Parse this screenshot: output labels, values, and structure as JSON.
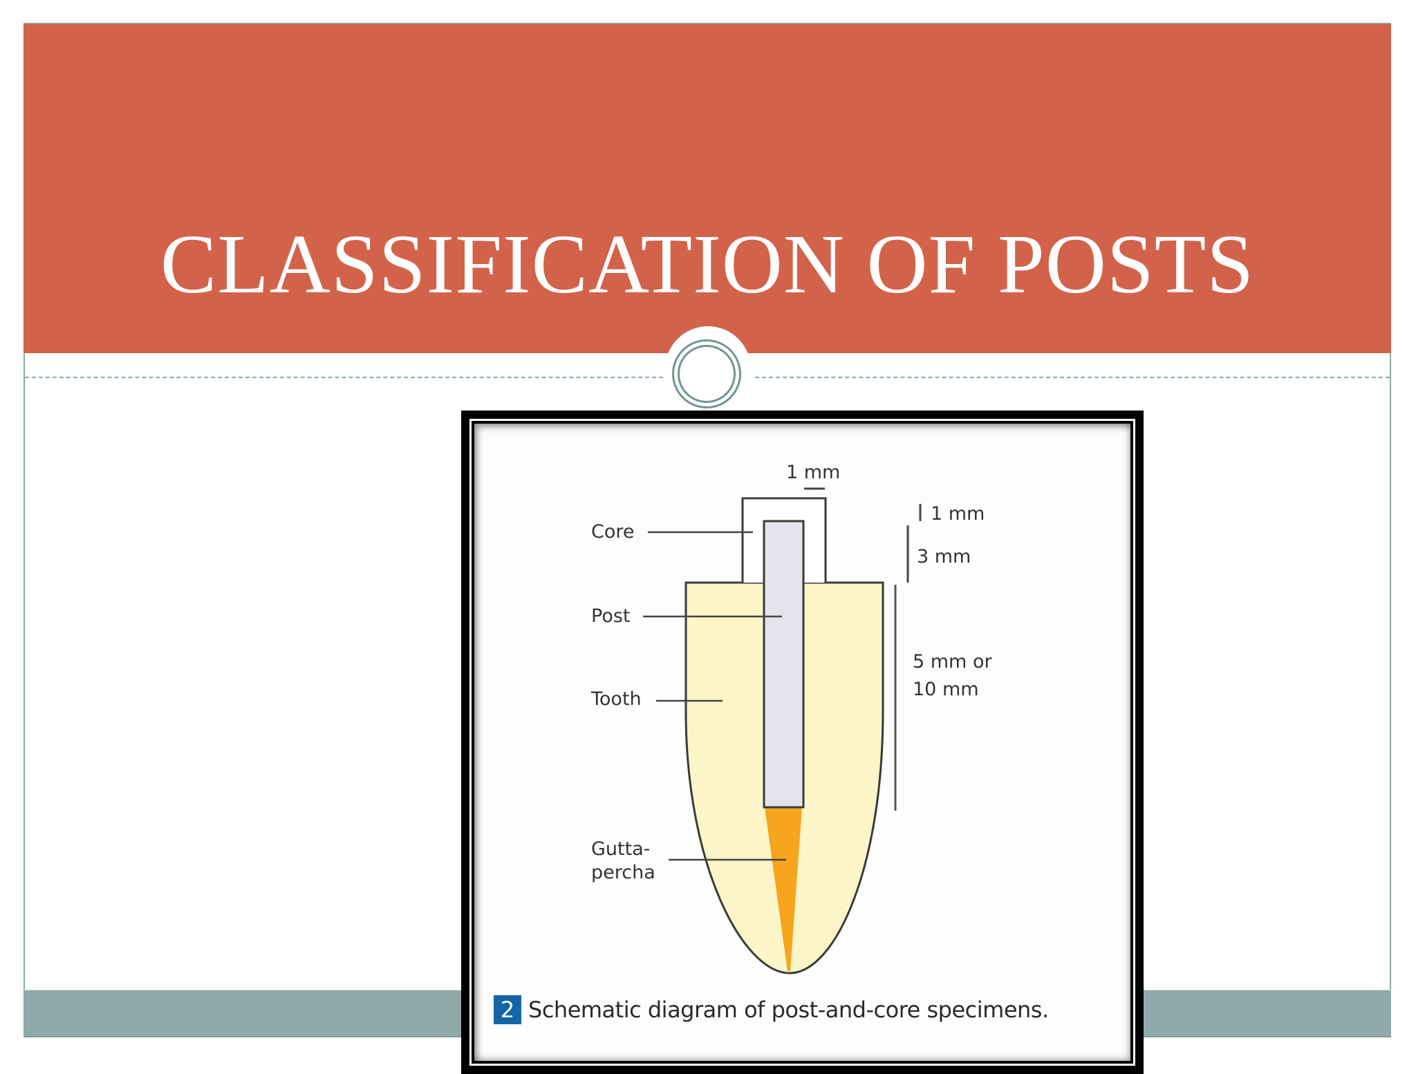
{
  "slide": {
    "title": "CLASSIFICATION OF POSTS",
    "colors": {
      "header": "#d2634a",
      "footer": "#8faaa9",
      "accent_ring": "#6f9692",
      "tooth_fill": "#fbf5c8",
      "post_fill": "#e4e4ec",
      "gutta_percha_fill": "#f7a51c",
      "caption_badge": "#1565a6"
    }
  },
  "figure": {
    "labels": {
      "core": "Core",
      "post": "Post",
      "tooth": "Tooth",
      "gutta_line1": "Gutta-",
      "gutta_line2": "percha"
    },
    "dimensions": {
      "post_width": "1 mm",
      "core_top": "1 mm",
      "core_height": "3 mm",
      "post_length_line1": "5 mm or",
      "post_length_line2": "10 mm"
    },
    "caption": {
      "number": "2",
      "text": "Schematic diagram of post-and-core specimens."
    }
  }
}
